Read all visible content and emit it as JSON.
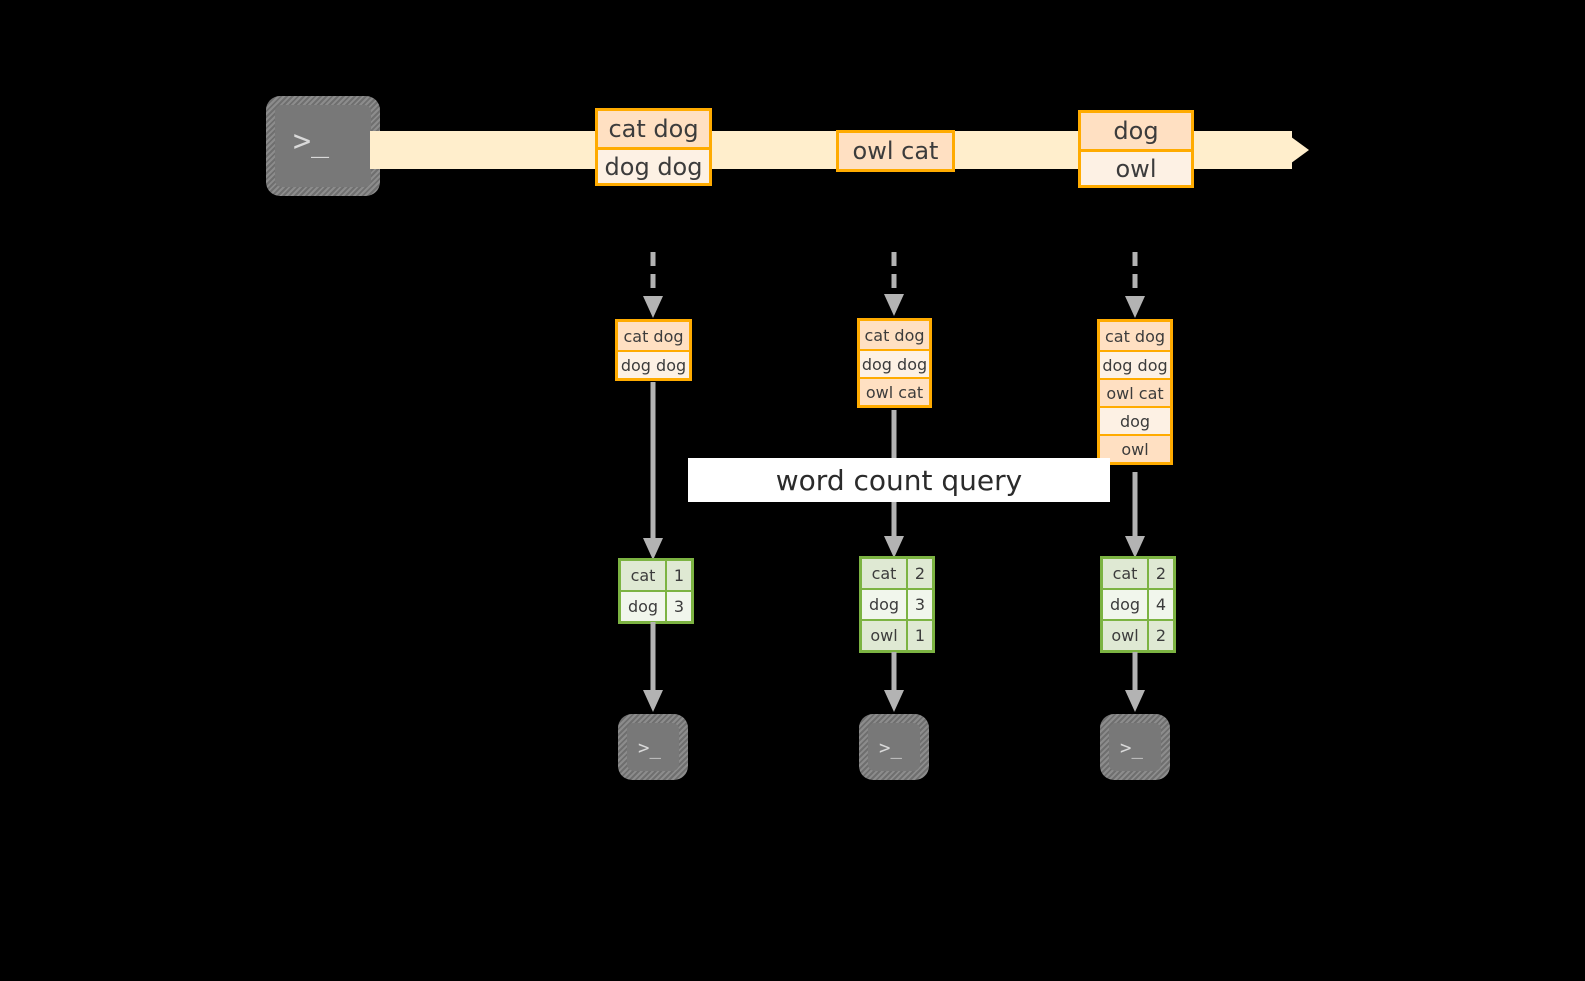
{
  "diagram": {
    "title_label": "word count query",
    "colors": {
      "stream_fill": "#ffeecc",
      "message_border": "#ffab00",
      "message_fill_light": "#fdf1e4",
      "message_fill_shade": "#ffe0c2",
      "result_border": "#7cb342",
      "result_fill_light": "#f1f6ec",
      "result_fill_shade": "#dfe9d3",
      "arrow_gray": "#b3b3b3",
      "terminal_gray": "#787878",
      "background": "#000000",
      "label_background": "#ffffff"
    },
    "producer": {
      "icon": "terminal-icon",
      "prompt_glyph": ">_"
    },
    "stream": {
      "icon": "right-arrow-icon",
      "messages": [
        {
          "lines": [
            "cat dog",
            "dog dog"
          ]
        },
        {
          "lines": [
            "owl cat"
          ]
        },
        {
          "lines": [
            "dog",
            "owl"
          ]
        }
      ]
    },
    "snapshots": [
      {
        "state_lines": [
          "cat dog",
          "dog dog"
        ],
        "result_header_icon": "table-icon",
        "results": [
          {
            "word": "cat",
            "count": "1"
          },
          {
            "word": "dog",
            "count": "3"
          }
        ],
        "consumer": {
          "icon": "terminal-icon",
          "prompt_glyph": ">_"
        }
      },
      {
        "state_lines": [
          "cat dog",
          "dog dog",
          "owl cat"
        ],
        "result_header_icon": "table-icon",
        "results": [
          {
            "word": "cat",
            "count": "2"
          },
          {
            "word": "dog",
            "count": "3"
          },
          {
            "word": "owl",
            "count": "1"
          }
        ],
        "consumer": {
          "icon": "terminal-icon",
          "prompt_glyph": ">_"
        }
      },
      {
        "state_lines": [
          "cat dog",
          "dog dog",
          "owl cat",
          "dog",
          "owl"
        ],
        "result_header_icon": "table-icon",
        "results": [
          {
            "word": "cat",
            "count": "2"
          },
          {
            "word": "dog",
            "count": "4"
          },
          {
            "word": "owl",
            "count": "2"
          }
        ],
        "consumer": {
          "icon": "terminal-icon",
          "prompt_glyph": ">_"
        }
      }
    ]
  }
}
